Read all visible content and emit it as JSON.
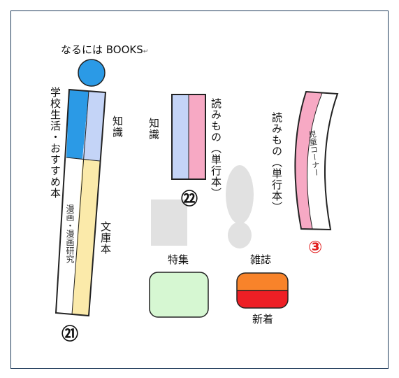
{
  "books_sign": "なるには BOOKS",
  "shelf21": {
    "left_label": "学校生活・おすすめ本",
    "upper_right_label": "知識",
    "lower_inside_label": "漫画・漫画研究",
    "lower_right_label": "文庫本",
    "number": "㉑"
  },
  "shelf22": {
    "left_label": "知識",
    "right_label": "読みもの（単行本）",
    "number": "㉒"
  },
  "shelf3": {
    "left_label": "読みもの（単行本）",
    "inside_label": "児童コーナー",
    "number": "③"
  },
  "tokushu": {
    "label": "特集"
  },
  "zasshi": {
    "top_label": "雑誌",
    "bottom_label": "新着"
  },
  "colors": {
    "blue": "#2b9ae6",
    "light_blue": "#c4d4f7",
    "pink": "#f7a9c4",
    "yellow": "#fbeaaa",
    "light_green": "#d6f7d2",
    "orange": "#f8832a",
    "red": "#ee1f25",
    "gray": "#e1e1e1",
    "red_number": "#e11b1b"
  }
}
